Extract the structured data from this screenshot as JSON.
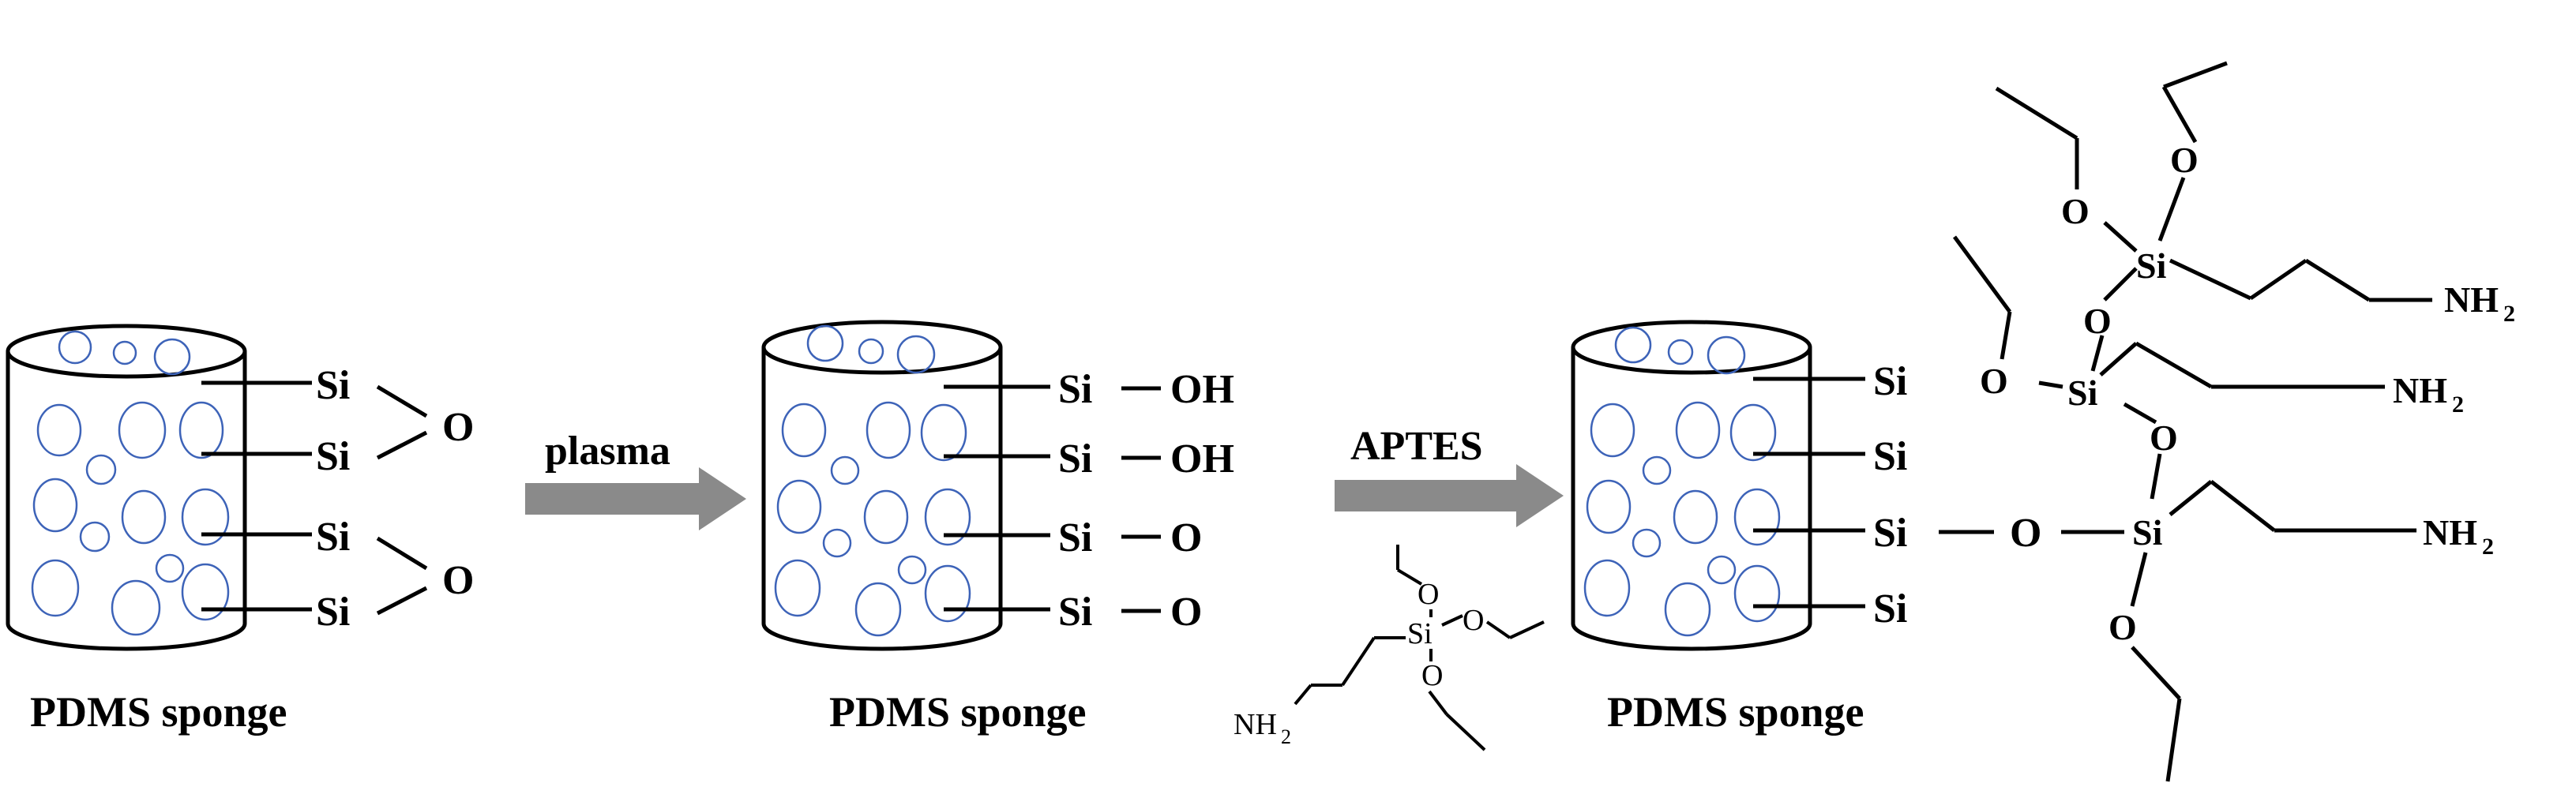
{
  "stages": [
    {
      "caption": "PDMS sponge",
      "bonds": [
        {
          "si": "Si",
          "partner": "O"
        },
        {
          "si": "Si",
          "partner": ""
        },
        {
          "si": "Si",
          "partner": "O"
        },
        {
          "si": "Si",
          "partner": ""
        }
      ]
    },
    {
      "caption": "PDMS sponge",
      "bonds": [
        {
          "si": "Si",
          "partner": "OH"
        },
        {
          "si": "Si",
          "partner": "OH"
        },
        {
          "si": "Si",
          "partner": "O"
        },
        {
          "si": "Si",
          "partner": "O"
        }
      ]
    },
    {
      "caption": "PDMS sponge",
      "bonds": [
        {
          "si": "Si"
        },
        {
          "si": "Si"
        },
        {
          "si": "Si",
          "partner": "O"
        },
        {
          "si": "Si"
        }
      ]
    }
  ],
  "arrows": [
    {
      "label": "plasma"
    },
    {
      "label": "APTES"
    }
  ],
  "aptes_molecule": {
    "atoms": [
      "O",
      "O",
      "Si",
      "O"
    ],
    "amine": "NH",
    "amine_sub": "2"
  },
  "grafted_network": {
    "silicons": [
      "Si",
      "Si",
      "Si"
    ],
    "oxygens": [
      "O",
      "O",
      "O",
      "O",
      "O",
      "O"
    ],
    "amines": [
      {
        "text": "NH",
        "sub": "2"
      },
      {
        "text": "NH",
        "sub": "2"
      },
      {
        "text": "NH",
        "sub": "2"
      }
    ]
  },
  "colors": {
    "pore_outline": "#3d63b8",
    "arrow_fill": "#8a8a8a",
    "ink": "#000000"
  }
}
